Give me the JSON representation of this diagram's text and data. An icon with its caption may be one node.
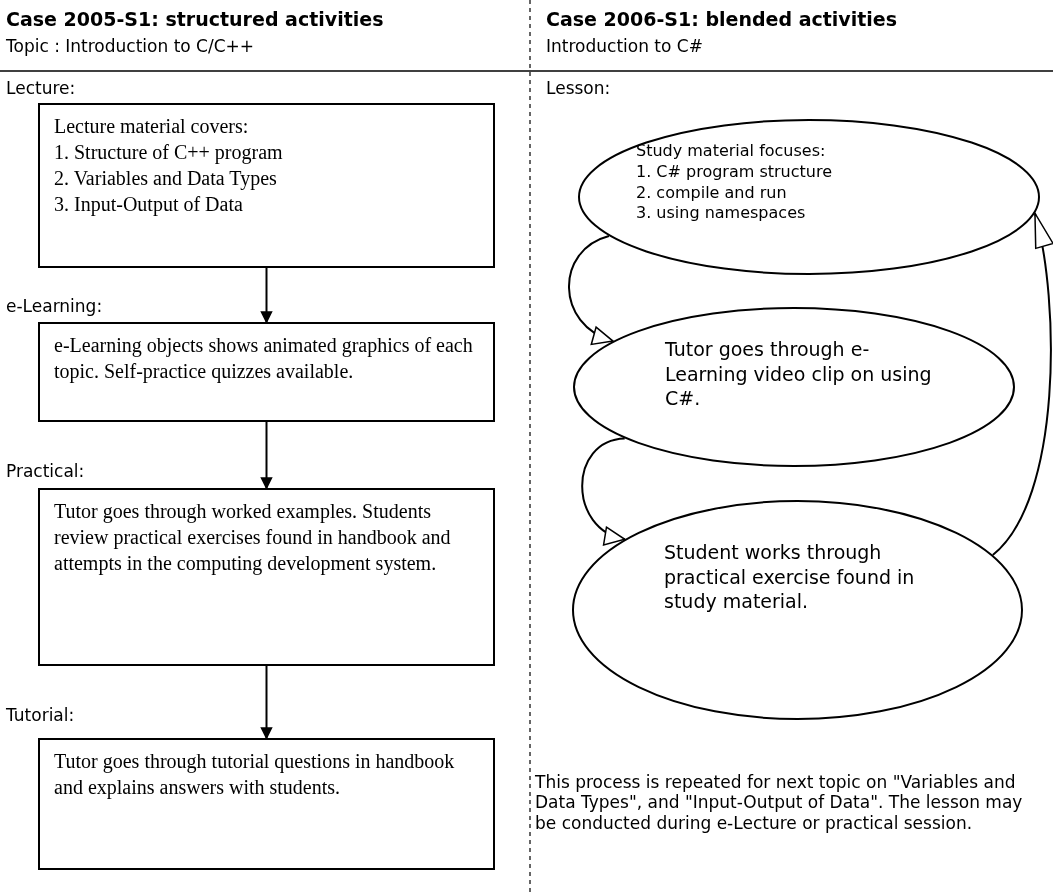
{
  "diagram": {
    "nodes": [
      {
        "text": [
          "Lecture material covers:",
          "1. Structure of C++ program",
          "2. Variables and Data Types",
          "3. Input-Output of Data"
        ]
      },
      {
        "text": [
          "e-Learning objects shows animated graphics of each topic. Self-practice quizzes available."
        ]
      },
      {
        "text": [
          "Tutor goes through worked examples. Students review practical exercises found in handbook and attempts in the computing development system."
        ]
      },
      {
        "text": [
          "Tutor goes through tutorial questions in handbook and explains answers with students."
        ]
      },
      {
        "text": [
          "Study material focuses:",
          "1. C# program structure",
          "2. compile and run",
          "3. using namespaces"
        ]
      },
      {
        "text": [
          "Tutor goes through e-Learning video clip on using C#."
        ]
      },
      {
        "text": [
          "Student works through practical exercise found in study material."
        ]
      }
    ],
    "edges": [
      {
        "from": 0,
        "to": 1,
        "arrow": "to"
      },
      {
        "from": 1,
        "to": 2,
        "arrow": "to"
      },
      {
        "from": 2,
        "to": 3,
        "arrow": "to"
      },
      {
        "from": 4,
        "to": 5,
        "arrow": "to"
      },
      {
        "from": 5,
        "to": 6,
        "arrow": "to"
      },
      {
        "from": 6,
        "to": 4,
        "arrow": "to"
      }
    ],
    "labels": [
      "Case 2005-S1: structured activities",
      "Case 2006-S1: blended activities",
      "Topic : Introduction to C/C++",
      "Introduction to C#",
      "Lecture:",
      "Lesson:",
      "e-Learning:",
      "Practical:",
      "Tutorial:",
      "This process is repeated for next topic on \"Variables and Data Types\", and \"Input-Output of Data\". The lesson may be conducted during e-Lecture or practical session."
    ]
  }
}
